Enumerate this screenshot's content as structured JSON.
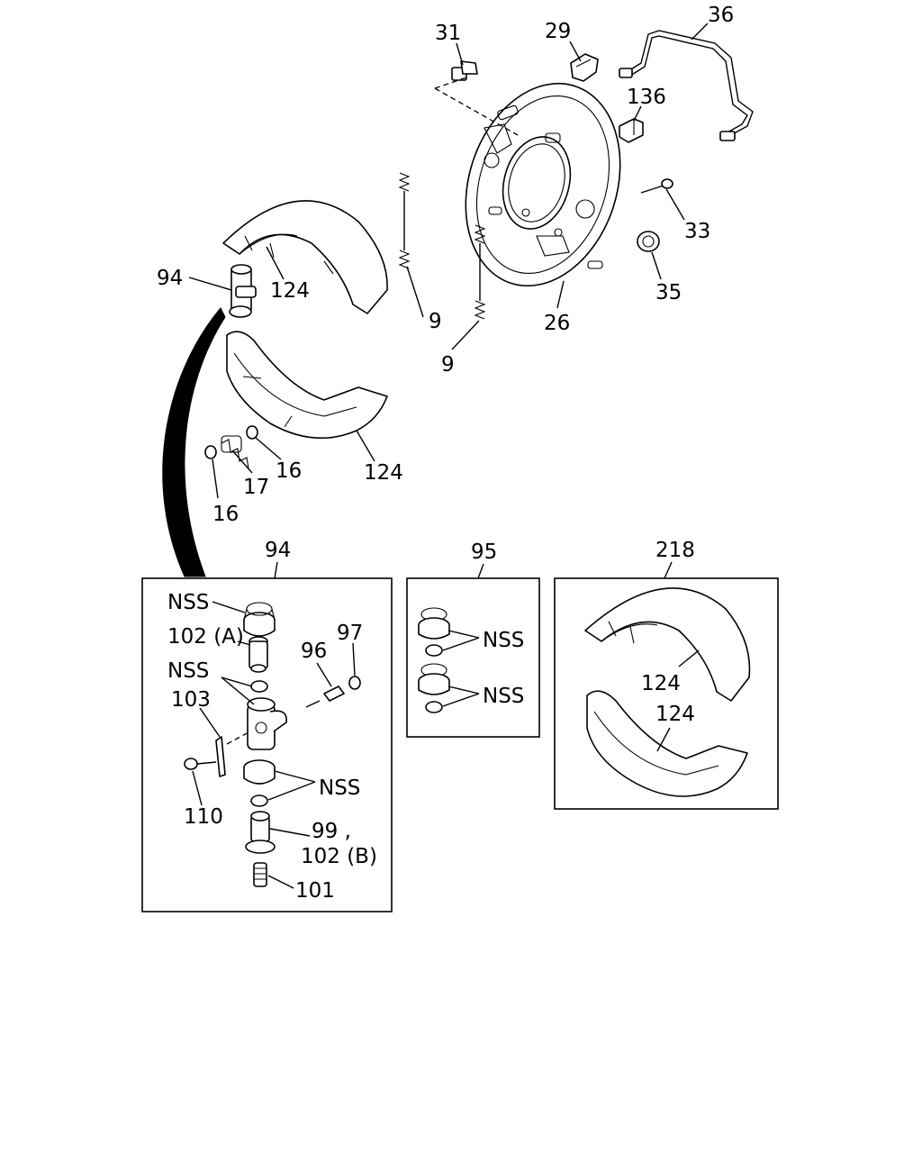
{
  "labels": {
    "l31": "31",
    "l29": "29",
    "l36": "36",
    "l136": "136",
    "l33": "33",
    "l35": "35",
    "l26": "26",
    "l9a": "9",
    "l9b": "9",
    "l94_top": "94",
    "l124_upper": "124",
    "l124_lower": "124",
    "l16a": "16",
    "l16b": "16",
    "l17": "17",
    "l94_box": "94",
    "l95_box": "95",
    "l218_box": "218",
    "b94_nss1": "NSS",
    "b94_102a": "102 (A)",
    "b94_nss2": "NSS",
    "b94_103": "103",
    "b94_96": "96",
    "b94_97": "97",
    "b94_nss3": "NSS",
    "b94_110": "110",
    "b94_99": "99 ,",
    "b94_102b": "102 (B)",
    "b94_101": "101",
    "b95_nss1": "NSS",
    "b95_nss2": "NSS",
    "b218_124a": "124",
    "b218_124b": "124"
  }
}
